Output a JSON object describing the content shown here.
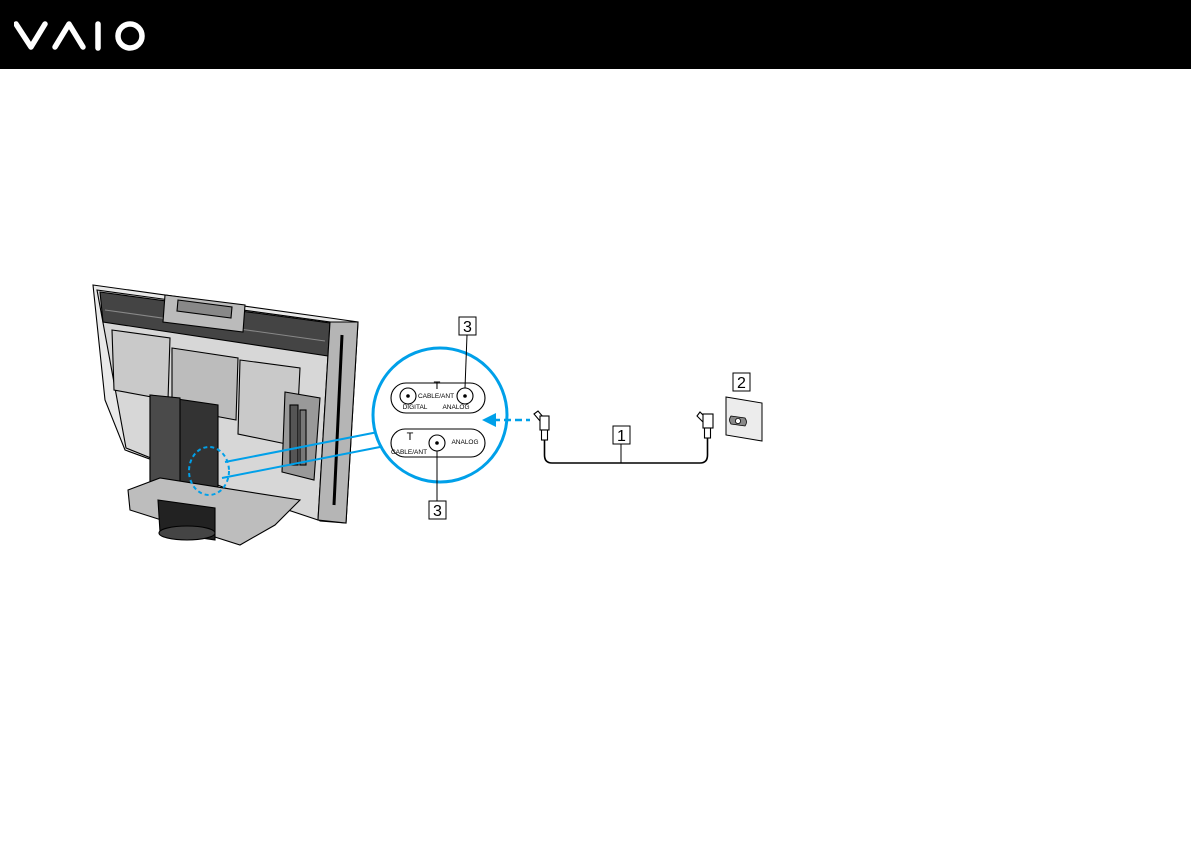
{
  "header": {
    "brand_logo": "VAIO"
  },
  "figure": {
    "callouts": {
      "cable": "1",
      "wall_outlet": "2",
      "tv_jack": "3"
    },
    "port_labels": {
      "cable_ant": "CABLE/ANT",
      "digital": "DIGITAL",
      "analog": "ANALOG",
      "antenna_symbol": "T"
    }
  },
  "colors": {
    "header_bg": "#000000",
    "accent_blue": "#00a0e9",
    "line": "#000000"
  }
}
